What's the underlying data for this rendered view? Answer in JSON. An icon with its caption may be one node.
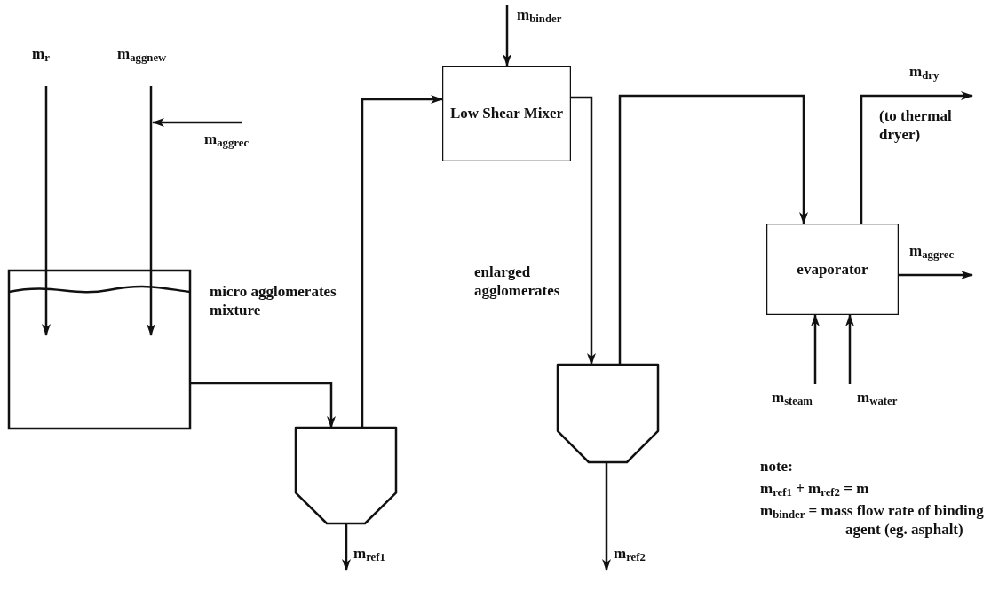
{
  "diagram": {
    "nodes": [
      {
        "text": [
          "m$_{r}$"
        ]
      },
      {
        "text": [
          "m$_{aggnew}$"
        ]
      },
      {
        "text": [
          "m$_{aggrec}$"
        ]
      },
      {
        "text": [],
        "shape": "tank"
      },
      {
        "text": [],
        "shape": "hopper"
      },
      {
        "text": [
          "m$_{binder}$"
        ]
      },
      {
        "text": [
          "Low Shear Mixer"
        ]
      },
      {
        "text": [],
        "shape": "hopper"
      },
      {
        "text": [
          "evaporator"
        ]
      },
      {
        "text": [
          "m$_{dry}$"
        ],
        "beside": [
          "(to thermal dryer)"
        ]
      },
      {
        "text": [
          "m$_{aggrec}$"
        ]
      },
      {
        "text": [
          "m$_{steam}$"
        ]
      },
      {
        "text": [
          "m$_{water}$"
        ]
      },
      {
        "text": [
          "m$_{ref1}$"
        ]
      },
      {
        "text": [
          "m$_{ref2}$"
        ]
      }
    ],
    "edges": [
      {
        "from": 0,
        "to": 3,
        "arrow": "to"
      },
      {
        "from": 1,
        "to": 3,
        "arrow": "to"
      },
      {
        "from": 2,
        "to": null,
        "arrow": "to"
      },
      {
        "from": 3,
        "to": 4,
        "arrow": "to",
        "label": "micro agglomerates mixture"
      },
      {
        "from": 4,
        "to": 6,
        "arrow": "to"
      },
      {
        "from": 5,
        "to": 6,
        "arrow": "to"
      },
      {
        "from": 6,
        "to": 7,
        "arrow": "to",
        "label": "enlarged agglomerates"
      },
      {
        "from": 7,
        "to": 8,
        "arrow": "to"
      },
      {
        "from": 8,
        "to": 9,
        "arrow": "to"
      },
      {
        "from": 8,
        "to": 10,
        "arrow": "to"
      },
      {
        "from": 11,
        "to": 8,
        "arrow": "to"
      },
      {
        "from": 12,
        "to": 8,
        "arrow": "to"
      },
      {
        "from": 4,
        "to": 13,
        "arrow": "to"
      },
      {
        "from": 7,
        "to": 14,
        "arrow": "to"
      }
    ],
    "labels": [
      "note:",
      "m$_{ref1}$ + m$_{ref2}$ = m",
      "m$_{binder}$ = mass flow rate of binding agent (eg. asphalt)"
    ]
  }
}
